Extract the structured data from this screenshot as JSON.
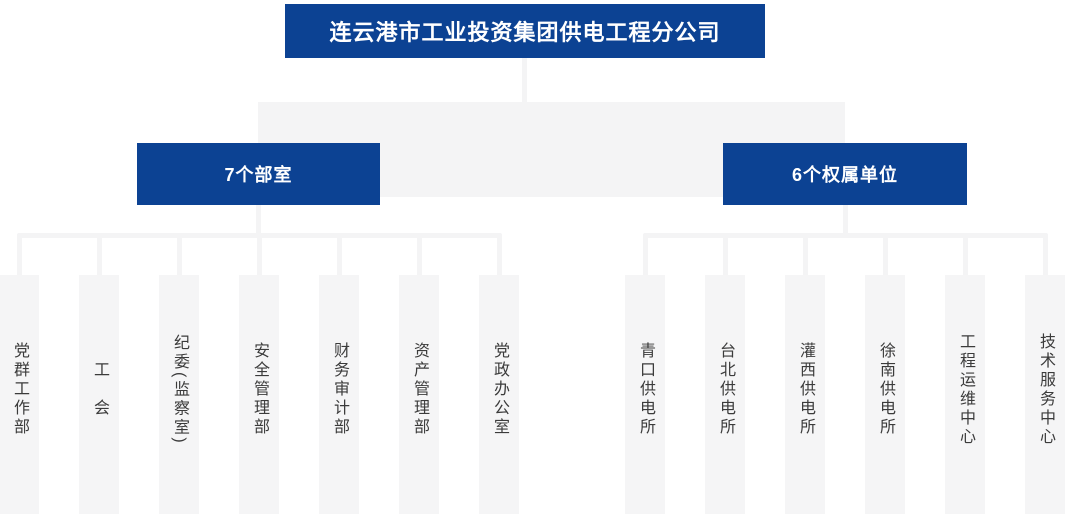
{
  "org": {
    "root": {
      "label": "连云港市工业投资集团供电工程分公司"
    },
    "groups": [
      {
        "label": "7个部室",
        "children": [
          "党群工作部",
          "工　会",
          "纪委(监察室)",
          "安全管理部",
          "财务审计部",
          "资产管理部",
          "党政办公室"
        ]
      },
      {
        "label": "6个权属单位",
        "children": [
          "青口供电所",
          "台北供电所",
          "灌西供电所",
          "徐南供电所",
          "工程运维中心",
          "技术服务中心"
        ]
      }
    ]
  },
  "colors": {
    "node_blue": "#0c4293",
    "node_text": "#ffffff",
    "connector_gray": "#f4f4f5",
    "column_bg": "#f5f5f6",
    "column_text": "#3b3b3b",
    "background": "#ffffff"
  }
}
